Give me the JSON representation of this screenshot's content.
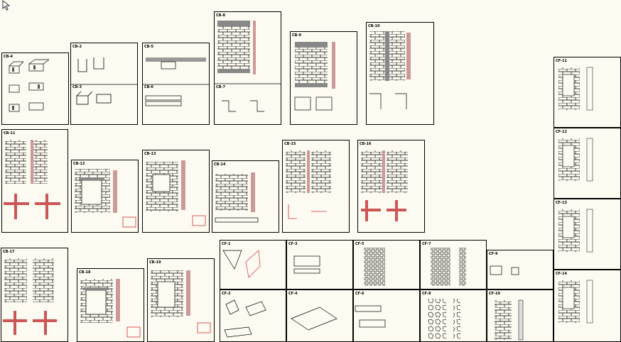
{
  "sheets": {
    "s01": {
      "code": "CB-4"
    },
    "s02": {
      "code": "CB-2"
    },
    "s03": {
      "code": "CB-3"
    },
    "s04": {
      "code": "CB-5"
    },
    "s05": {
      "code": "CB-6"
    },
    "s06": {
      "code": "CB-8"
    },
    "s07": {
      "code": "CB-7"
    },
    "s08": {
      "code": "CB-9"
    },
    "s09": {
      "code": "CB-10"
    },
    "s10": {
      "code": "CB-11"
    },
    "s11": {
      "code": "CB-12"
    },
    "s12": {
      "code": "CB-13"
    },
    "s13": {
      "code": "CB-14"
    },
    "s14": {
      "code": "CB-15"
    },
    "s15": {
      "code": "CB-16"
    },
    "s16": {
      "code": "CB-17"
    },
    "s17": {
      "code": "CB-18"
    },
    "s18": {
      "code": "CB-19"
    },
    "s19": {
      "code": "CF-1"
    },
    "s20": {
      "code": "CF-2"
    },
    "s21": {
      "code": "CF-3"
    },
    "s22": {
      "code": "CF-4"
    },
    "s23": {
      "code": "CF-5"
    },
    "s24": {
      "code": "CF-6"
    },
    "s25": {
      "code": "CF-7"
    },
    "s26": {
      "code": "CF-8"
    },
    "s27": {
      "code": "CF-9"
    },
    "s28": {
      "code": "CF-10"
    },
    "s29": {
      "code": "CF-11"
    },
    "s30": {
      "code": "CF-12"
    },
    "s31": {
      "code": "CF-13"
    },
    "s32": {
      "code": "CF-14"
    }
  }
}
